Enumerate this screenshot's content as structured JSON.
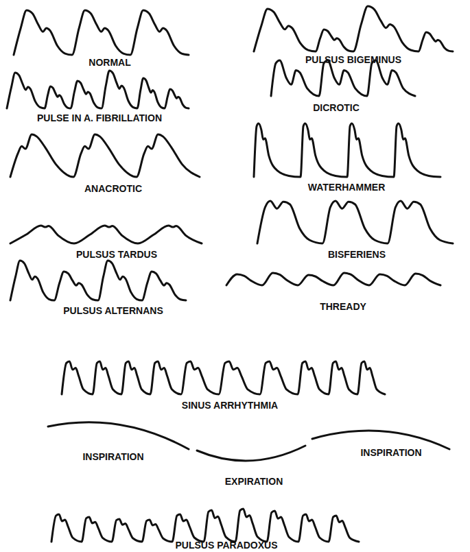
{
  "diagram": {
    "labels": [
      "NORMAL",
      "PULSUS BIGEMINUS",
      "PULSE IN A. FIBRILLATION",
      "DICROTIC",
      "ANACROTIC",
      "WATERHAMMER",
      "PULSUS TARDUS",
      "BISFERIENS",
      "PULSUS ALTERNANS",
      "THREADY",
      "SINUS ARRHYTHMIA",
      "INSPIRATION",
      "INSPIRATION",
      "EXPIRATION",
      "PULSUS PARADOXUS"
    ]
  }
}
